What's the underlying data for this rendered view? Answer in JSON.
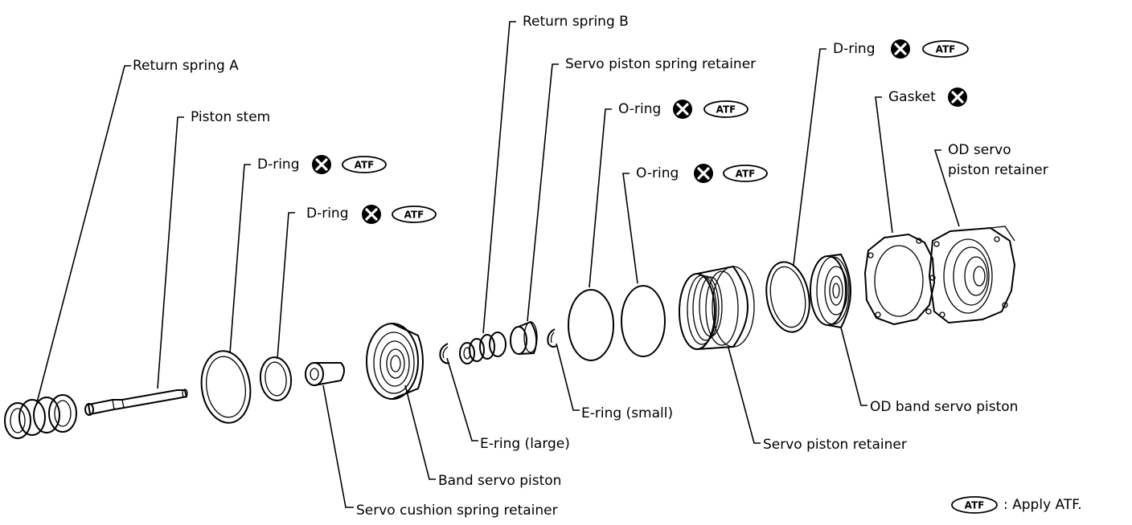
{
  "labels": {
    "return_spring_a": "Return spring A",
    "piston_stem": "Piston stem",
    "d_ring_1": "D-ring",
    "d_ring_2": "D-ring",
    "return_spring_b": "Return spring B",
    "servo_piston_spring_retainer": "Servo piston spring retainer",
    "o_ring_1": "O-ring",
    "o_ring_2": "O-ring",
    "d_ring_3": "D-ring",
    "gasket": "Gasket",
    "od_servo_piston_retainer_line1": "OD servo",
    "od_servo_piston_retainer_line2": "piston retainer",
    "e_ring_small": "E-ring (small)",
    "e_ring_large": "E-ring (large)",
    "band_servo_piston": "Band servo piston",
    "servo_cushion_spring_retainer": "Servo cushion spring retainer",
    "servo_piston_retainer": "Servo piston retainer",
    "od_band_servo_piston": "OD band servo piston"
  },
  "atf_badge": "ATF",
  "legend": {
    "badge": "ATF",
    "text": ": Apply ATF."
  }
}
